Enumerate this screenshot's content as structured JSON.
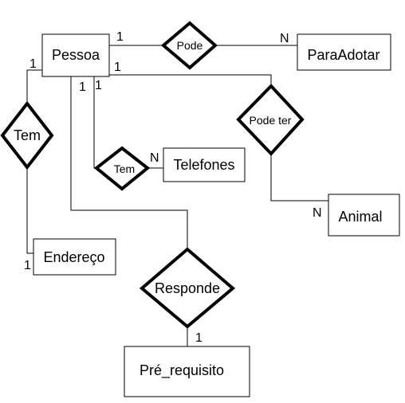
{
  "entities": {
    "pessoa": "Pessoa",
    "para_adotar": "ParaAdotar",
    "telefones": "Telefones",
    "animal": "Animal",
    "endereco": "Endereço",
    "pre_requisito": "Pré_requisito"
  },
  "relationships": {
    "pode": "Pode",
    "pode_ter": "Pode ter",
    "tem_endereco": "Tem",
    "tem_telefones": "Tem",
    "responde": "Responde"
  },
  "cardinalities": {
    "pessoa_pode": "1",
    "pode_paraadotar": "N",
    "pessoa_podeter": "1",
    "podeter_animal": "N",
    "pessoa_tem_left": "1",
    "tem_endereco": "1",
    "pessoa_responde": "1",
    "pessoa_tem_tel": "1",
    "tem_telefones": "N",
    "responde_prerequisito": "1"
  },
  "colors": {
    "stroke": "#000000",
    "fill": "#ffffff"
  }
}
